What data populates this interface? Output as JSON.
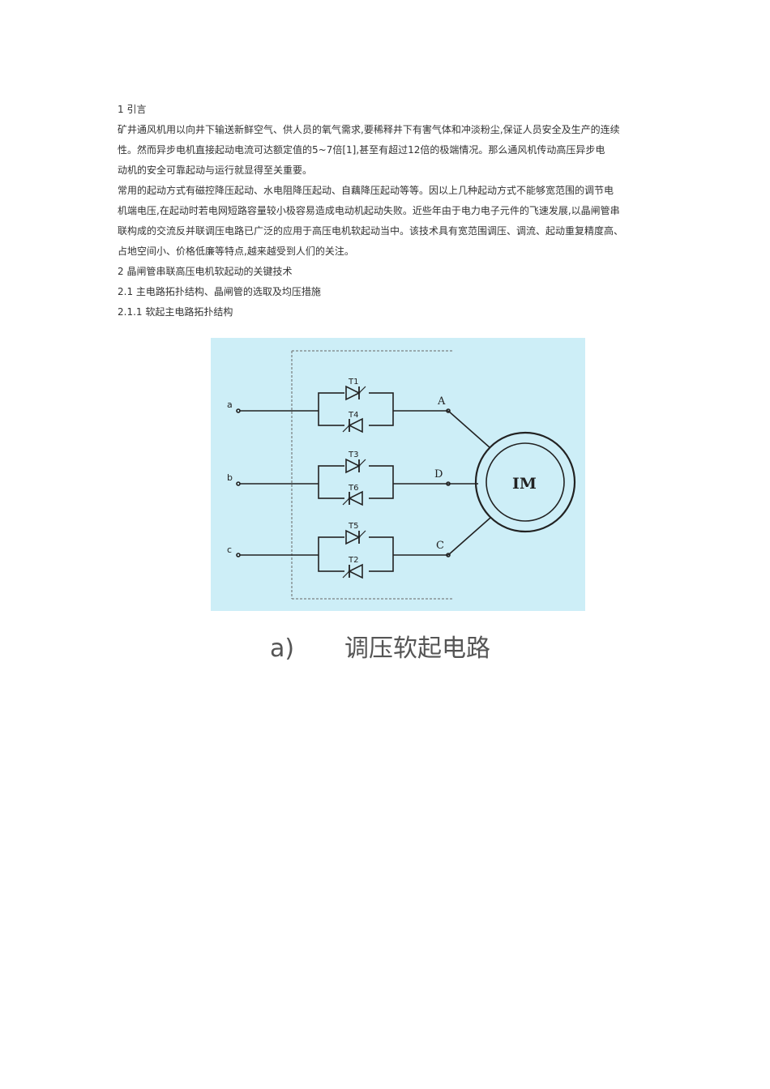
{
  "document": {
    "paragraphs": [
      "1  引言",
      "矿井通风机用以向井下输送新鲜空气、供人员的氧气需求,要稀释井下有害气体和冲淡粉尘,保证人员安全及生产的连续",
      "性。然而异步电机直接起动电流可达额定值的5~7倍[1],甚至有超过12倍的极端情况。那么通风机传动高压异步电",
      "动机的安全可靠起动与运行就显得至关重要。",
      "常用的起动方式有磁控降压起动、水电阻降压起动、自藕降压起动等等。因以上几种起动方式不能够宽范围的调节电",
      "机端电压,在起动时若电网短路容量较小极容易造成电动机起动失败。近些年由于电力电子元件的飞速发展,以晶闸管串",
      "联构成的交流反并联调压电路已广泛的应用于高压电机软起动当中。该技术具有宽范围调压、调流、起动重复精度高、",
      "占地空间小、价格低廉等特点,越来越受到人们的关注。",
      "2  晶闸管串联高压电机软起动的关键技术",
      "2.1  主电路拓扑结构、晶闸管的选取及均压措施",
      "2.1.1  软起主电路拓扑结构"
    ]
  },
  "figure": {
    "inputs": [
      "a",
      "b",
      "c"
    ],
    "thyristors": [
      "T1",
      "T4",
      "T3",
      "T6",
      "T5",
      "T2"
    ],
    "nodes": [
      "A",
      "D",
      "C"
    ],
    "motor_label": "IM",
    "caption_label": "a)",
    "caption_text": "调压软起电路"
  }
}
